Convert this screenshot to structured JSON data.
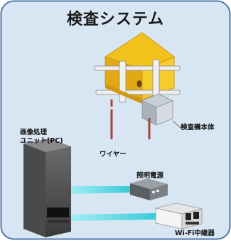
{
  "title": "検査システム",
  "labels": {
    "pc_line1": "画像処理",
    "pc_line2": "ユニット(PC)",
    "wire": "ワイヤー",
    "inspection_unit": "検査機本体",
    "lighting_power": "照明電源",
    "wifi_repeater": "Wi-Fi中継器"
  },
  "colors": {
    "background_panel": "#d8e6f3",
    "panel_border": "#4f79a8",
    "device_yellow": "#f2c21a",
    "device_frame": "#e9e9e9",
    "wire_red": "#a0453a",
    "pc_body": "#555555",
    "cable_cyan": "#4fd6e0"
  }
}
